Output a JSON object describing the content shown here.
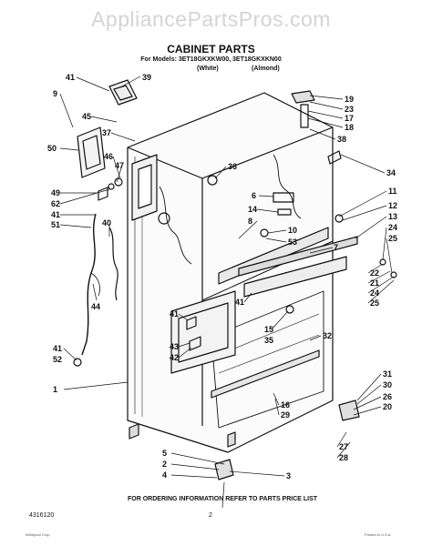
{
  "watermark": "AppliancePartsPros.com",
  "title": "CABINET PARTS",
  "models_line": "For Models: 3ET18GKXKW00, 3ET18GKXKN00",
  "variant_white": "(White)",
  "variant_almond": "(Almond)",
  "footer": {
    "doc_number": "4316120",
    "instruction": "FOR ORDERING INFORMATION REFER TO PARTS PRICE LIST",
    "page": "2",
    "fine_print_left": "Whirlpool Corp.",
    "fine_print_right": "Printed in U.S.A."
  },
  "callouts": [
    "41",
    "39",
    "9",
    "45",
    "50",
    "37",
    "46",
    "47",
    "36",
    "19",
    "23",
    "17",
    "18",
    "38",
    "34",
    "6",
    "11",
    "12",
    "14",
    "8",
    "10",
    "53",
    "13",
    "24",
    "25",
    "7",
    "49",
    "62",
    "41",
    "51",
    "40",
    "44",
    "22",
    "21",
    "24",
    "25",
    "41",
    "15",
    "35",
    "41",
    "43",
    "42",
    "32",
    "41",
    "52",
    "1",
    "31",
    "30",
    "26",
    "20",
    "16",
    "29",
    "27",
    "28",
    "5",
    "2",
    "4",
    "3"
  ],
  "icons": [
    "fridge-cabinet-drawing"
  ]
}
